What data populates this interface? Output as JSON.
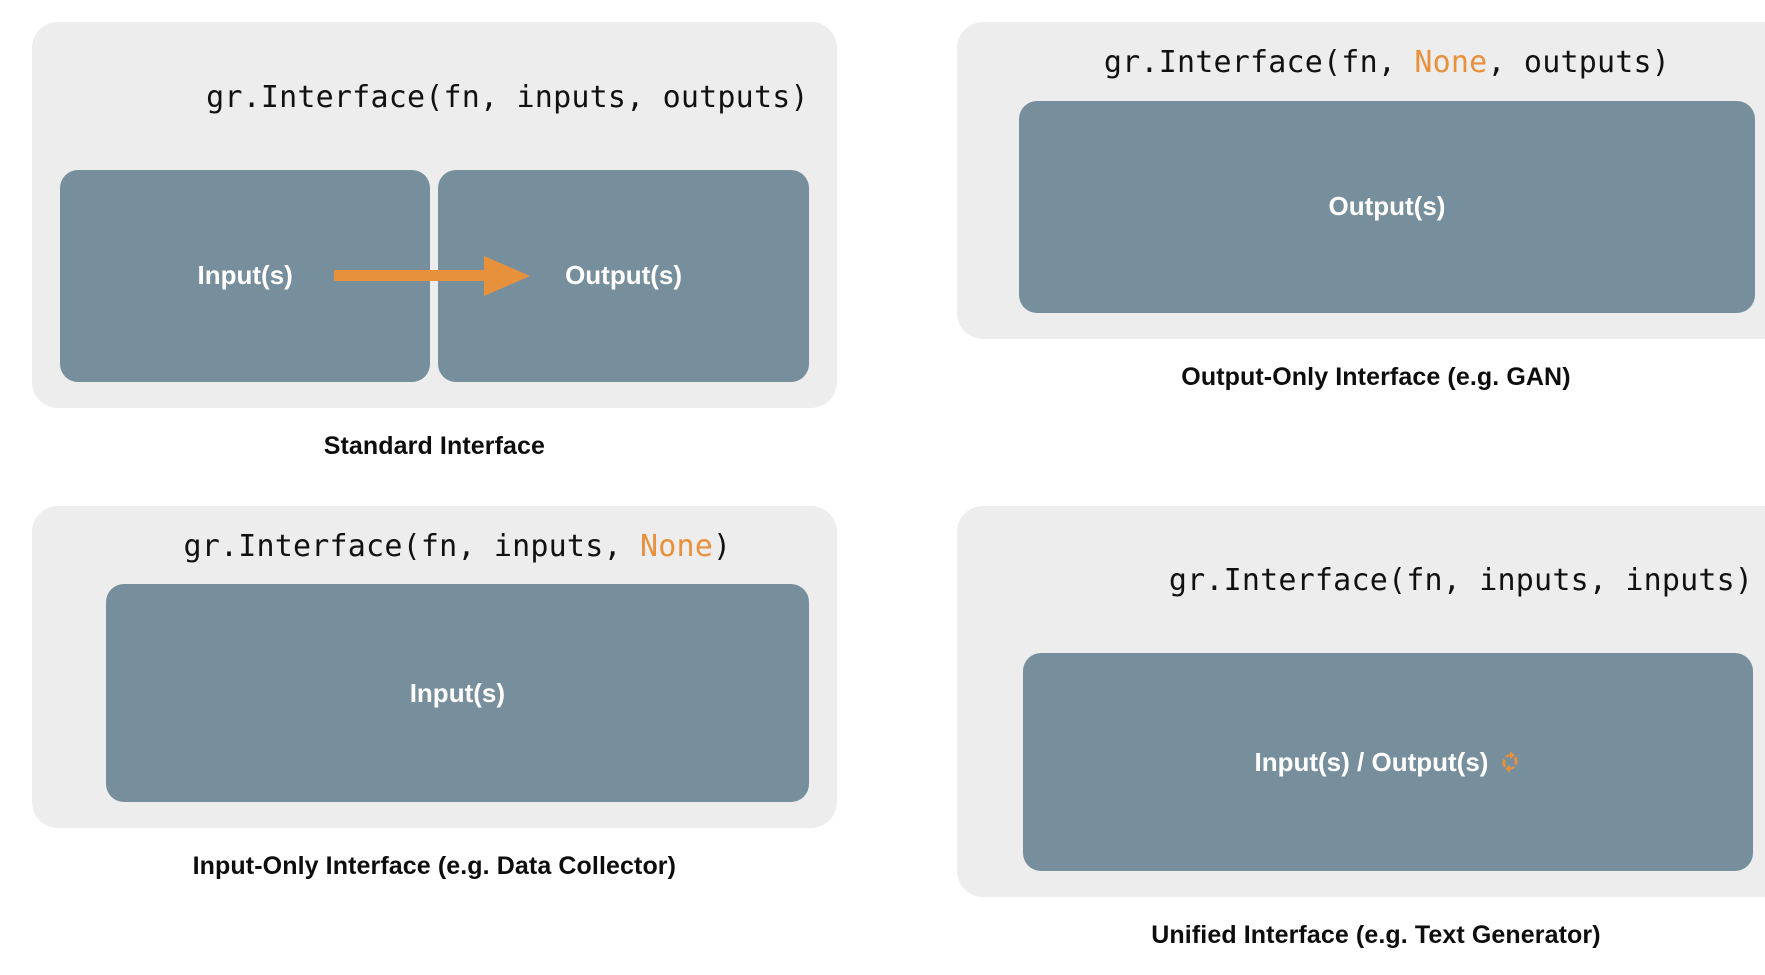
{
  "colors": {
    "panel_background": "#ededed",
    "block_fill": "#778f9c",
    "accent_orange": "#e8913c",
    "text_dark": "#0d0d0d",
    "text_light": "#ffffff",
    "page_background": "#ffffff"
  },
  "panels": [
    {
      "id": "standard-interface",
      "code_prefix": "gr.Interface(fn, inputs, outputs)",
      "code_parts": [
        {
          "text": "gr.Interface(fn, inputs, outputs)",
          "highlight": false
        }
      ],
      "blocks": [
        {
          "label": "Input(s)"
        },
        {
          "label": "Output(s)"
        }
      ],
      "arrow": {
        "present": true,
        "direction": "right",
        "color": "#e8913c",
        "semantic": "flow-arrow-input-to-output"
      },
      "caption": "Standard Interface"
    },
    {
      "id": "output-only-interface",
      "code_parts": [
        {
          "text": "gr.Interface(fn, ",
          "highlight": false
        },
        {
          "text": "None",
          "highlight": true
        },
        {
          "text": ", outputs)",
          "highlight": false
        }
      ],
      "blocks": [
        {
          "label": "Output(s)"
        }
      ],
      "arrow": {
        "present": false
      },
      "caption": "Output-Only Interface (e.g. GAN)"
    },
    {
      "id": "input-only-interface",
      "code_parts": [
        {
          "text": "gr.Interface(fn, inputs, ",
          "highlight": false
        },
        {
          "text": "None",
          "highlight": true
        },
        {
          "text": ")",
          "highlight": false
        }
      ],
      "blocks": [
        {
          "label": "Input(s)"
        }
      ],
      "arrow": {
        "present": false
      },
      "caption": "Input-Only Interface (e.g. Data Collector)"
    },
    {
      "id": "unified-interface",
      "code_parts": [
        {
          "text": "gr.Interface(fn, inputs, inputs)",
          "highlight": false
        }
      ],
      "blocks": [
        {
          "label": "Input(s) / Output(s)",
          "icon": "cycle-icon"
        }
      ],
      "arrow": {
        "present": false
      },
      "caption": "Unified Interface (e.g. Text Generator)"
    }
  ]
}
